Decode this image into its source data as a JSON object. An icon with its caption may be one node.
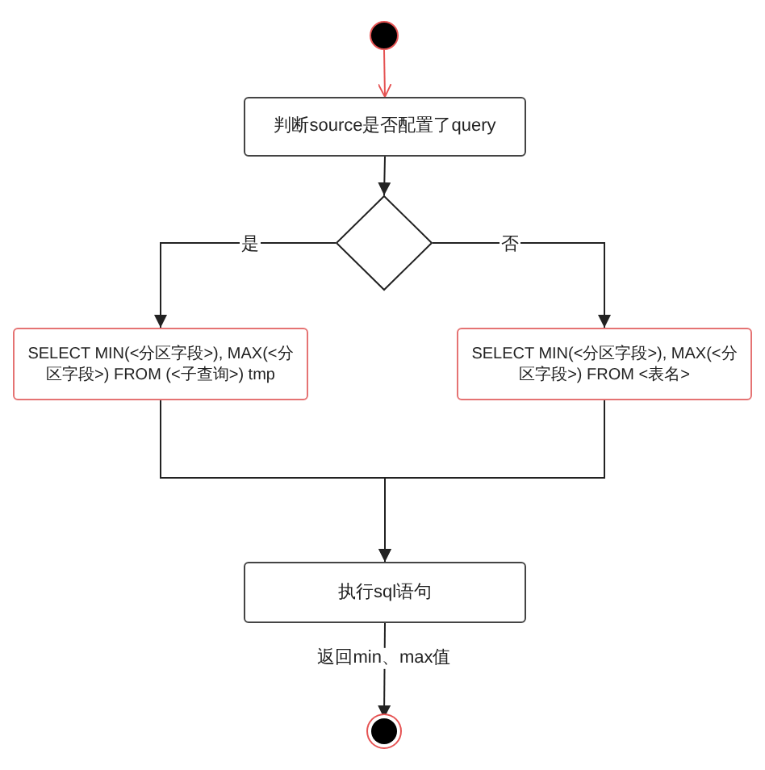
{
  "diagram": {
    "nodes": [
      {
        "text": [],
        "shape": "circle"
      },
      {
        "text": [
          "判断source是否配置了query"
        ]
      },
      {
        "text": [],
        "shape": "diamond"
      },
      {
        "text": [
          "SELECT MIN(<分区字段>), MAX(<分区字段>) FROM (<子查询>) tmp"
        ]
      },
      {
        "text": [
          "SELECT MIN(<分区字段>), MAX(<分区字段>) FROM <表名>"
        ]
      },
      {
        "text": [
          "执行sql语句"
        ]
      },
      {
        "text": [],
        "shape": "circle"
      }
    ],
    "edges": [
      {
        "from": 0,
        "to": 1,
        "arrow": "to",
        "color": "#e55353"
      },
      {
        "from": 1,
        "to": 2,
        "arrow": "to"
      },
      {
        "from": 2,
        "to": 3,
        "arrow": "to",
        "label": "是"
      },
      {
        "from": 2,
        "to": 4,
        "arrow": "to",
        "label": "否"
      },
      {
        "from": 3,
        "to": 5,
        "arrow": "to"
      },
      {
        "from": 4,
        "to": 5,
        "arrow": "to"
      },
      {
        "from": 5,
        "to": 6,
        "arrow": "to",
        "label": "返回min、max值"
      }
    ]
  }
}
